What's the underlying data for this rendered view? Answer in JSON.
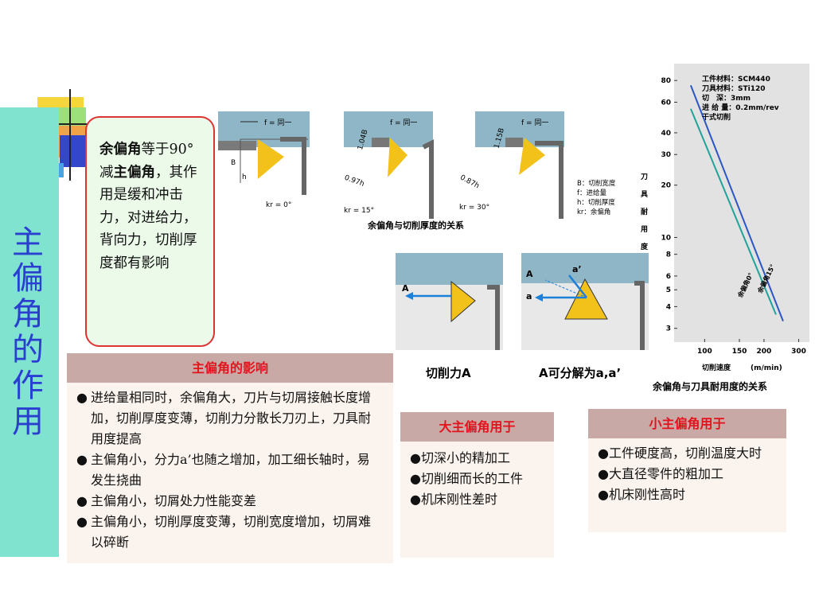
{
  "title": "主偏角的作用",
  "callout": {
    "part1_bold": "余偏角",
    "part1": "等于90°减",
    "part2_bold": "主偏角",
    "part2": "，其作用是缓和冲击力，对进给力，背向力，切削厚度都有影响"
  },
  "influence": {
    "header": "主偏角的影响",
    "bullet": "●",
    "items": [
      "进给量相同时，余偏角大，刀片与切屑接触长度增加，切削厚度变薄，切削力分散长刀刃上，刀具耐用度提高",
      "主偏角小，分力a’也随之增加，加工细长轴时，易发生挠曲",
      "主偏角小，切屑处力性能变差",
      "主偏角小，切削厚度变薄，切削宽度增加，切屑难以碎断"
    ]
  },
  "large": {
    "header": "大主偏角用于",
    "items": [
      "●切深小的精加工",
      "●切削细而长的工件",
      "●机床刚性差时"
    ]
  },
  "small": {
    "header": "小主偏角用于",
    "items": [
      "●工件硬度高，切削温度大时",
      "●大直径零件的粗加工",
      "●机床刚性高时"
    ]
  },
  "fig_thickness": {
    "caption": "余偏角与切削厚度的关系",
    "f_label": "f = 同一",
    "views": [
      {
        "kr": "kr = 0°",
        "b": "B",
        "h": "h"
      },
      {
        "kr": "kr = 15°",
        "b": "1.04B",
        "h": "0.97h"
      },
      {
        "kr": "kr = 30°",
        "b": "1.15B",
        "h": "0.87h"
      }
    ],
    "legend": [
      "B：切削宽度",
      "f：进给量",
      "h：切削厚度",
      "kr：余偏角"
    ]
  },
  "fig_force": {
    "left_caption": "切削力A",
    "right_caption": "A可分解为a,a’",
    "A": "A",
    "a": "a",
    "a_prime": "a’"
  },
  "chart": {
    "caption": "余偏角与刀具耐用度的关系",
    "ylabel": "刀具耐用度",
    "xlabel": "切削速度",
    "xunit": "(m/min)",
    "conditions": [
      "工件材料：SCM440",
      "刀具材料：STi120",
      "切　深：3mm",
      "进 给 量：0.2mm/rev",
      "干式切削"
    ],
    "line_labels": [
      "余偏角15°",
      "余偏角0°"
    ]
  },
  "chart_data": {
    "type": "line",
    "xlabel": "切削速度 (m/min)",
    "ylabel": "刀具耐用度",
    "x_ticks": [
      100,
      150,
      200,
      300
    ],
    "y_ticks": [
      3,
      4,
      5,
      6,
      8,
      10,
      20,
      30,
      40,
      60,
      80
    ],
    "log_scale": true,
    "series": [
      {
        "name": "余偏角15°",
        "color": "#2b56c8",
        "x": [
          85,
          250
        ],
        "y": [
          75,
          3.3
        ]
      },
      {
        "name": "余偏角0°",
        "color": "#1fa39a",
        "x": [
          85,
          230
        ],
        "y": [
          55,
          3.6
        ]
      }
    ]
  }
}
